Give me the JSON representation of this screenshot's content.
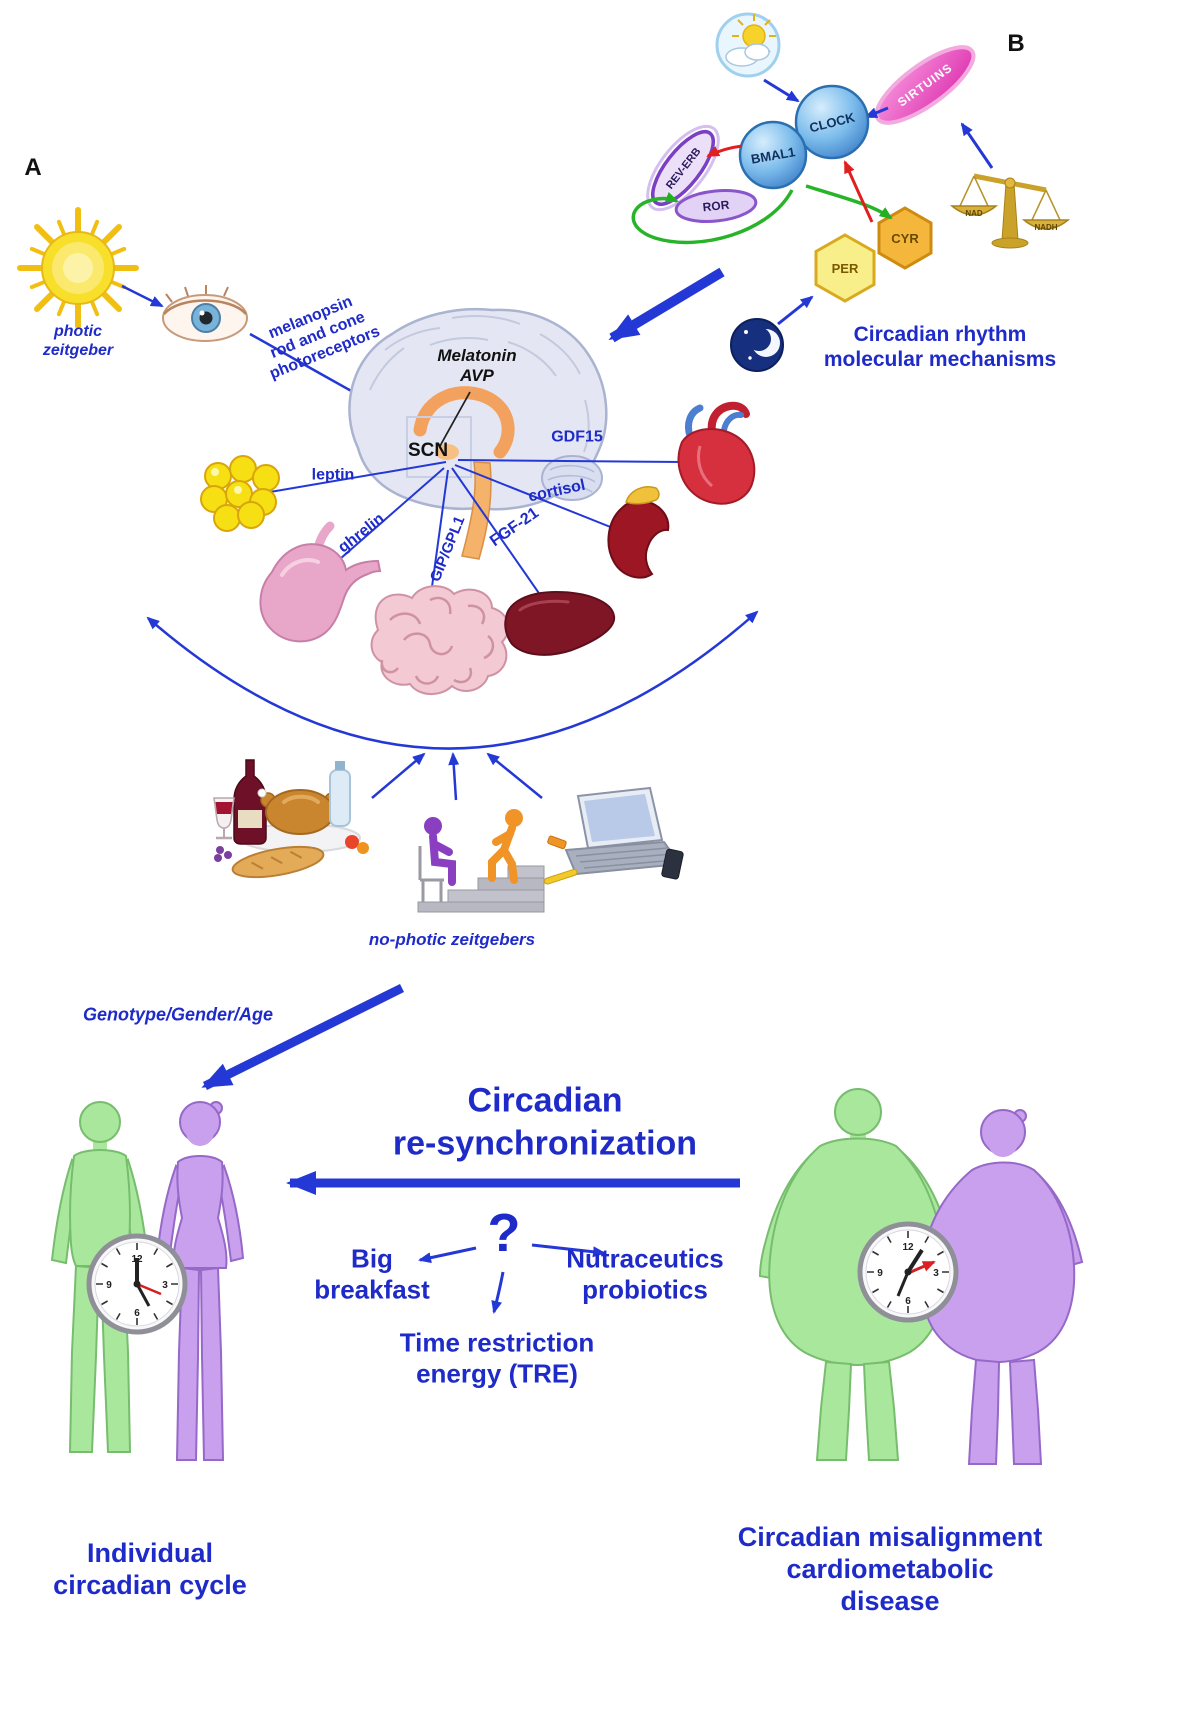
{
  "panels": {
    "a": "A",
    "b": "B"
  },
  "photic_zeitgeber": {
    "label": "photic\nzeitgeber"
  },
  "photoreceptors": {
    "label": "melanopsin\nrod and cone\nphotoreceptors"
  },
  "brain": {
    "melatonin_avp": "Melatonin\nAVP",
    "scn": "SCN"
  },
  "hormones": {
    "leptin": "leptin",
    "ghrelin": "ghrelin",
    "gip_glp1": "GIP/GPL1",
    "fgf21": "FGF-21",
    "cortisol": "cortisol",
    "gdf15": "GDF15"
  },
  "molecular": {
    "title": "Circadian rhythm\nmolecular mechanisms",
    "clock": "CLOCK",
    "bmal1": "BMAL1",
    "rev_erb": "REV-ERB",
    "ror": "ROR",
    "sirtuins": "SIRTUINS",
    "per": "PER",
    "cry": "CYR",
    "nad": "NAD",
    "nadh": "NADH"
  },
  "zeitgebers": {
    "nonphotic": "no-photic zeitgebers"
  },
  "modifiers": {
    "genotype_gender_age": "Genotype/Gender/Age"
  },
  "resynchronization": {
    "title": "Circadian\nre-synchronization",
    "question_mark": "?"
  },
  "interventions": {
    "big_breakfast": "Big\nbreakfast",
    "nutraceutics": "Nutraceutics\nprobiotics",
    "tre": "Time restriction\nenergy (TRE)"
  },
  "outcomes": {
    "individual": "Individual\ncircadian cycle",
    "misalignment": "Circadian misalignment\ncardiometabolic disease"
  },
  "clockface": {
    "n12": "12",
    "n3": "3",
    "n6": "6",
    "n9": "9"
  },
  "colors": {
    "accent_blue": "#1f2bc8",
    "arrow_blue": "#2438d6"
  }
}
